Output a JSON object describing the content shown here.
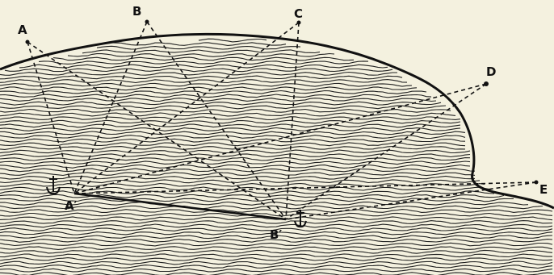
{
  "diagram": {
    "points": [
      {
        "id": "A",
        "label": "A"
      },
      {
        "id": "B",
        "label": "B"
      },
      {
        "id": "C",
        "label": "C"
      },
      {
        "id": "D",
        "label": "D"
      },
      {
        "id": "E",
        "label": "E"
      },
      {
        "id": "A1",
        "label": "A′"
      },
      {
        "id": "B1",
        "label": "B′"
      }
    ],
    "icons": [
      {
        "name": "anchor-icon",
        "glyph": "⚓"
      }
    ],
    "colors": {
      "background": "#f4f1df",
      "ink": "#111111"
    }
  }
}
